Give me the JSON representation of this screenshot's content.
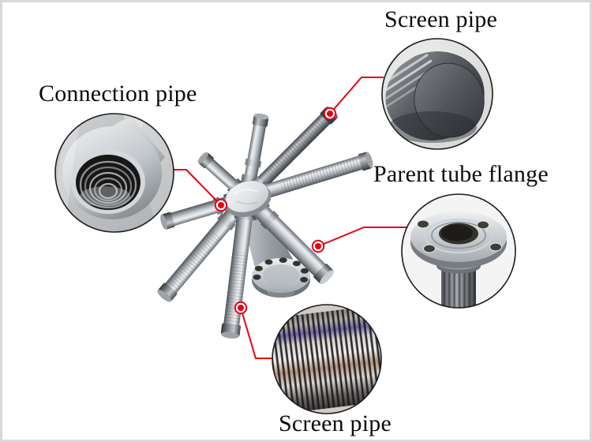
{
  "diagram": {
    "title": "hub lateral water distributor callout diagram",
    "background": "#ffffff",
    "frame_border_color": "#d9d9d9",
    "callout_line_color": "#e60013",
    "detail_circle_border_color": "#1c1c1c",
    "text_color": "#0b0b0b"
  },
  "callouts": [
    {
      "name": "screen-pipe-top",
      "label": "Screen pipe",
      "detail_view": "screen-pipe-end-cap-closeup"
    },
    {
      "name": "connection-pipe",
      "label": "Connection pipe",
      "detail_view": "threaded-connection-socket-closeup"
    },
    {
      "name": "parent-tube-flange",
      "label": "Parent tube flange",
      "detail_view": "flanged-parent-tube-closeup"
    },
    {
      "name": "screen-pipe-bottom",
      "label": "Screen pipe",
      "detail_view": "wedge-wire-screen-surface-closeup"
    }
  ]
}
